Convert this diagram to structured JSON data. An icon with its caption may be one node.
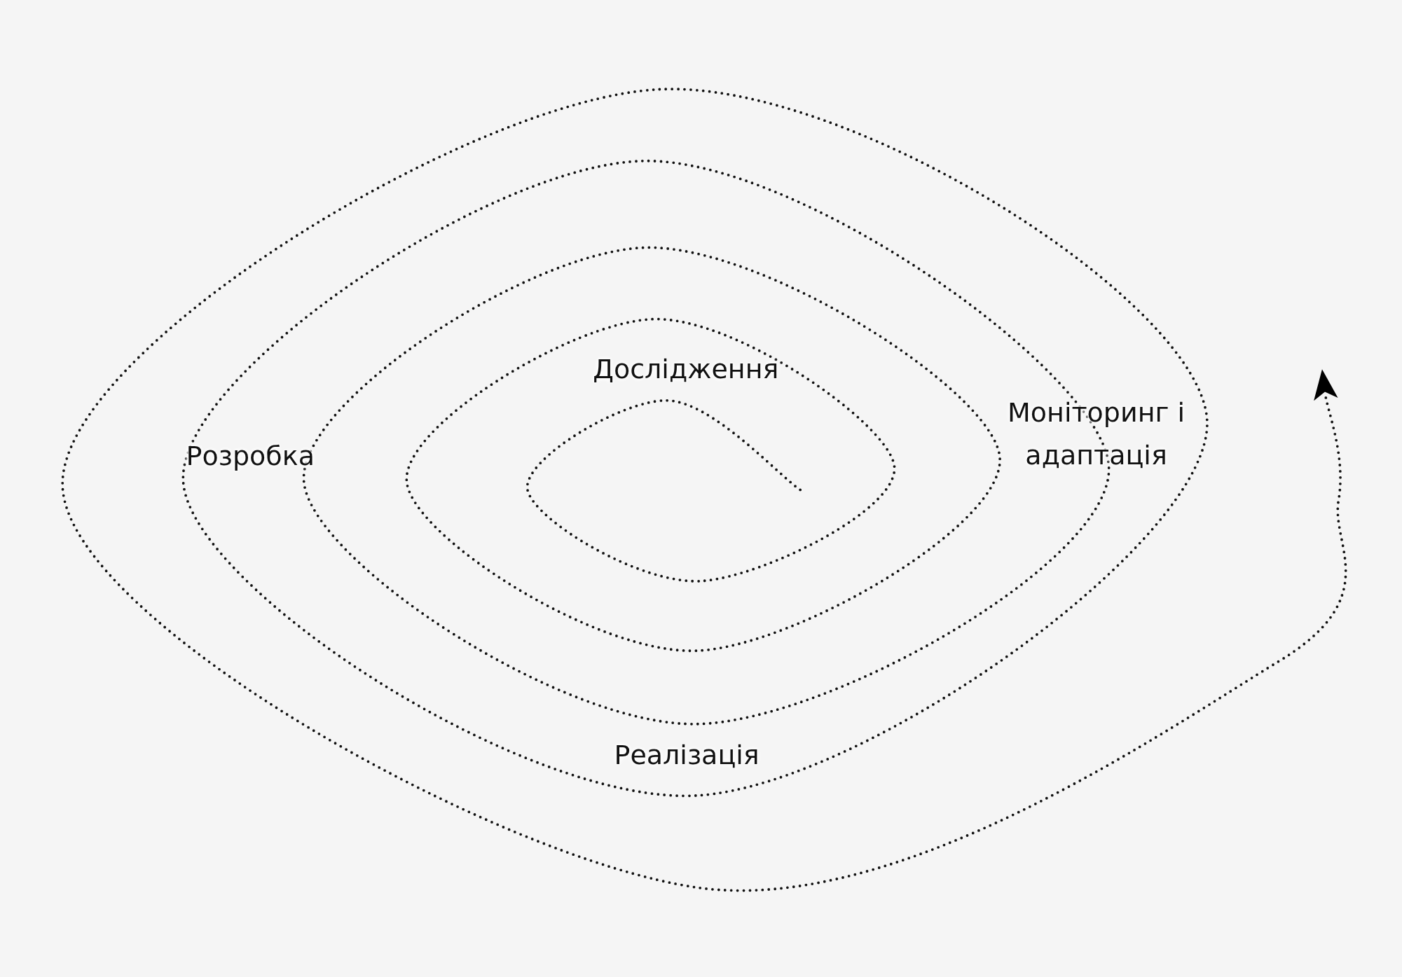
{
  "diagram": {
    "labels": [
      "Дослідження",
      "Моніторинг і адаптація",
      "Розробка",
      "Реалізація"
    ]
  }
}
